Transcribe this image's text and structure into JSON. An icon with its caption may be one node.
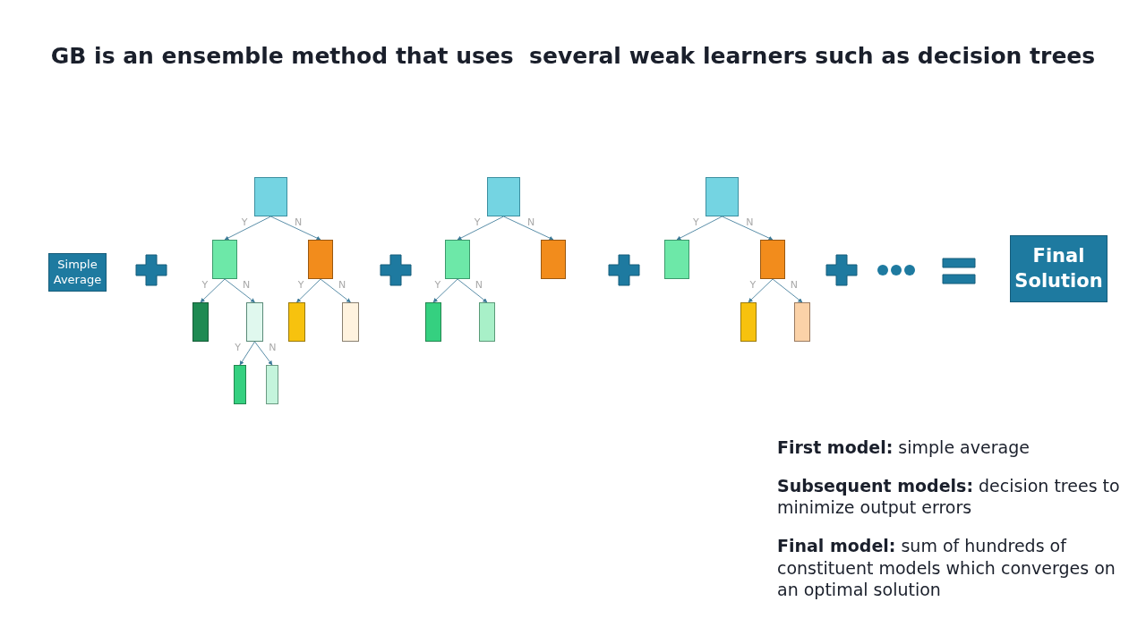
{
  "diagram": {
    "title": "GB is an ensemble method that uses  several weak learners such as decision trees",
    "nodes": [
      {
        "text": [
          "Simple Average"
        ]
      },
      {
        "text": [],
        "shape": "box"
      },
      {
        "text": [],
        "shape": "box"
      },
      {
        "text": [],
        "shape": "box"
      },
      {
        "text": [],
        "shape": "box"
      },
      {
        "text": [],
        "shape": "box"
      },
      {
        "text": [],
        "shape": "box"
      },
      {
        "text": [],
        "shape": "box"
      },
      {
        "text": [],
        "shape": "box"
      },
      {
        "text": [],
        "shape": "box"
      },
      {
        "text": [],
        "shape": "box"
      },
      {
        "text": [],
        "shape": "box"
      },
      {
        "text": [],
        "shape": "box"
      },
      {
        "text": [],
        "shape": "box"
      },
      {
        "text": [],
        "shape": "box"
      },
      {
        "text": [],
        "shape": "box"
      },
      {
        "text": [],
        "shape": "box"
      },
      {
        "text": [],
        "shape": "box"
      },
      {
        "text": [],
        "shape": "box"
      },
      {
        "text": [],
        "shape": "box"
      },
      {
        "text": [
          "Final Solution"
        ]
      }
    ],
    "edges": [
      {
        "from": 1,
        "to": 2,
        "arrow": "to",
        "label": "Y"
      },
      {
        "from": 1,
        "to": 3,
        "arrow": "to",
        "label": "N"
      },
      {
        "from": 2,
        "to": 4,
        "arrow": "to",
        "label": "Y"
      },
      {
        "from": 2,
        "to": 5,
        "arrow": "to",
        "label": "N"
      },
      {
        "from": 3,
        "to": 6,
        "arrow": "to",
        "label": "Y"
      },
      {
        "from": 3,
        "to": 7,
        "arrow": "to",
        "label": "N"
      },
      {
        "from": 5,
        "to": 8,
        "arrow": "to",
        "label": "Y"
      },
      {
        "from": 5,
        "to": 9,
        "arrow": "to",
        "label": "N"
      },
      {
        "from": 10,
        "to": 11,
        "arrow": "to",
        "label": "Y"
      },
      {
        "from": 10,
        "to": 12,
        "arrow": "to",
        "label": "N"
      },
      {
        "from": 11,
        "to": 13,
        "arrow": "to",
        "label": "Y"
      },
      {
        "from": 11,
        "to": 14,
        "arrow": "to",
        "label": "N"
      },
      {
        "from": 15,
        "to": 16,
        "arrow": "to",
        "label": "Y"
      },
      {
        "from": 15,
        "to": 17,
        "arrow": "to",
        "label": "N"
      },
      {
        "from": 17,
        "to": 18,
        "arrow": "to",
        "label": "Y"
      },
      {
        "from": 17,
        "to": 19,
        "arrow": "to",
        "label": "N"
      }
    ],
    "labels": [
      "**First model:** simple average",
      "**Subsequent models:** decision trees to minimize output errors",
      "**Final model:** sum of hundreds of constituent models which converges on an optimal solution"
    ]
  }
}
